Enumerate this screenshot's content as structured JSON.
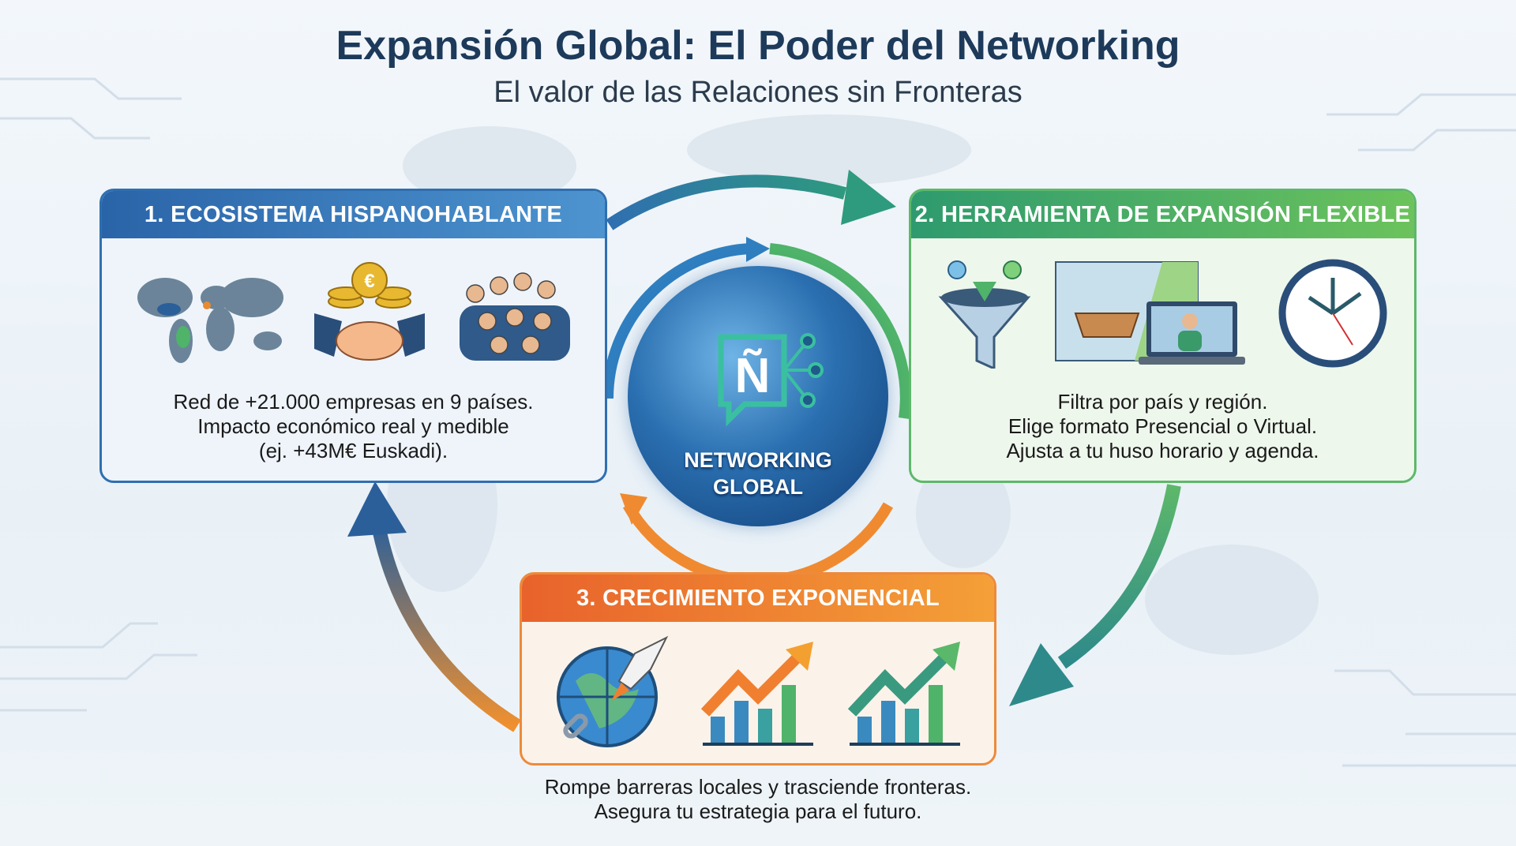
{
  "header": {
    "title": "Expansión Global: El Poder del Networking",
    "subtitle": "El valor de las Relaciones sin Fronteras"
  },
  "hub": {
    "logo_letter": "Ñ",
    "line1": "NETWORKING",
    "line2": "GLOBAL"
  },
  "sections": [
    {
      "title": "1. ECOSISTEMA HISPANOHABLANTE",
      "lines": [
        "Red de +21.000 empresas en 9 países.",
        "Impacto económico real y medible",
        "(ej. +43M€ Euskadi)."
      ],
      "icons": [
        "world-map-icon",
        "handshake-coins-icon",
        "people-group-icon"
      ],
      "color": "#2f6fb0"
    },
    {
      "title": "2. HERRAMIENTA DE EXPANSIÓN FLEXIBLE",
      "lines": [
        "Filtra por país y región.",
        "Elige formato Presencial o Virtual.",
        "Ajusta a tu huso horario y agenda."
      ],
      "icons": [
        "funnel-icon",
        "meeting-laptop-icon",
        "clock-icon"
      ],
      "color": "#5db86a"
    },
    {
      "title": "3. CRECIMIENTO EXPONENCIAL",
      "lines": [
        "Rompe barreras locales y trasciende fronteras.",
        "Asegura tu estrategia para el futuro."
      ],
      "icons": [
        "globe-rocket-icon",
        "growth-chart-icon",
        "growth-chart-icon"
      ],
      "color": "#ee8a3a"
    }
  ]
}
